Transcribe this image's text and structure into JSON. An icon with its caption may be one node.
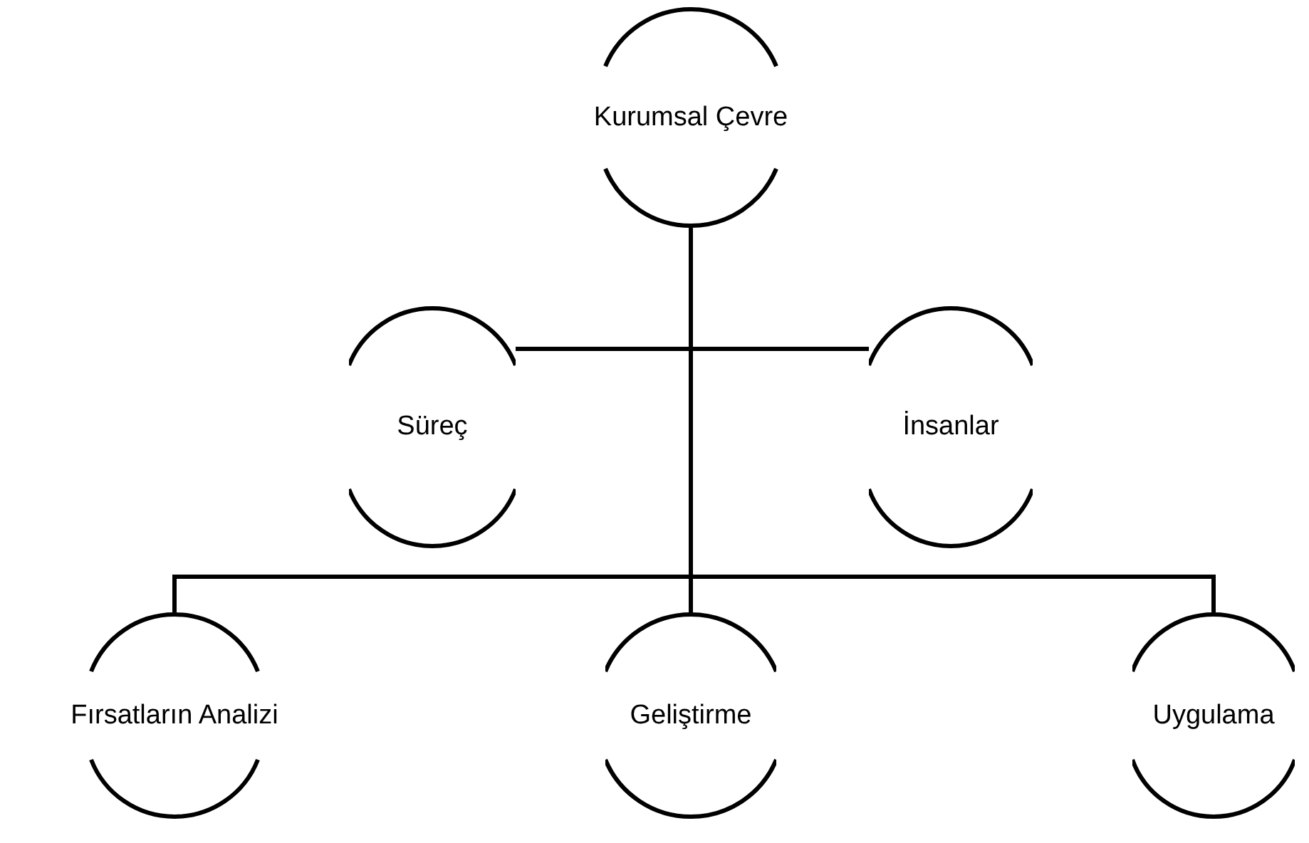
{
  "diagram": {
    "nodes": [
      {
        "text": [
          "Kurumsal Çevre"
        ]
      },
      {
        "text": [
          "Süreç"
        ]
      },
      {
        "text": [
          "İnsanlar"
        ]
      },
      {
        "text": [
          "Fırsatların Analizi"
        ]
      },
      {
        "text": [
          "Geliştirme"
        ]
      },
      {
        "text": [
          "Uygulama"
        ]
      }
    ],
    "edges": [
      {
        "from": 0,
        "to": 1,
        "arrow": "none"
      },
      {
        "from": 0,
        "to": 2,
        "arrow": "none"
      },
      {
        "from": 0,
        "to": 3,
        "arrow": "none"
      },
      {
        "from": 0,
        "to": 4,
        "arrow": "none"
      },
      {
        "from": 0,
        "to": 5,
        "arrow": "none"
      }
    ]
  }
}
